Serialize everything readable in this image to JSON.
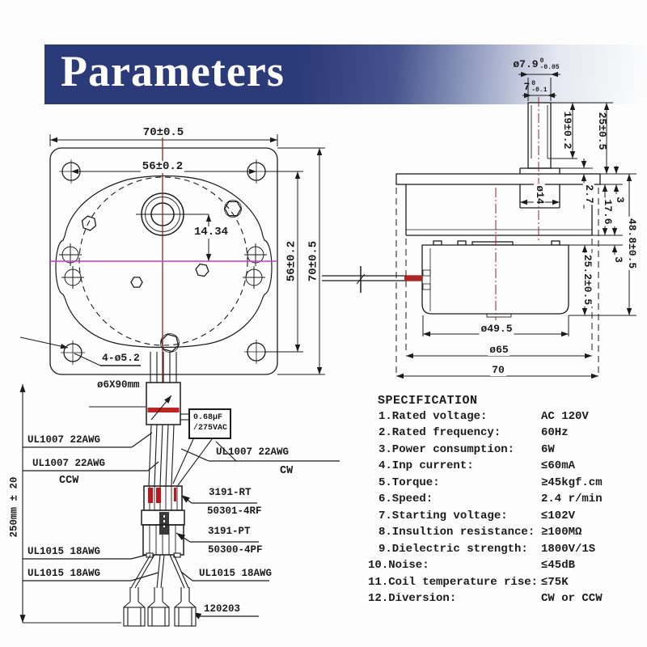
{
  "banner": {
    "title": "Parameters"
  },
  "front_view": {
    "width_top": "70±0.5",
    "bolt_span_top": "56±0.2",
    "shaft_offset": "14.34",
    "bolt_span_right": "56±0.2",
    "height_right": "70±0.5",
    "corner_holes": "4-ø5.2",
    "cable_sleeve": "ø6X90mm"
  },
  "side_view": {
    "shaft_dia": {
      "main": "ø7.9",
      "tol_top": "0",
      "tol_bot": "-0.05"
    },
    "shaft_flat": {
      "main": "7",
      "tol_top": "0",
      "tol_bot": "-0.1"
    },
    "shaft_flat_len": "19±0.2",
    "shaft_len": "25±0.5",
    "boss_lip": "2.7",
    "step_top": "3",
    "gearbox_height": "17.6",
    "step_bottom": "3",
    "motor_height": "25.2±0.5",
    "body_height": "48.8±0.5",
    "boss_dia": "ø14",
    "motor_dia": "ø49.5",
    "gearbox_dia": "ø65",
    "overall_width": "70"
  },
  "wiring": {
    "wire_left_1": "UL1007 22AWG",
    "wire_left_2": "UL1007 22AWG",
    "ccw": "CCW",
    "wire_right_1": "UL1007 22AWG",
    "cw": "CW",
    "capacitor_line1": "0.68μF",
    "capacitor_line2": "/275VAC",
    "connector1_model": "3191-RT",
    "connector1_part": "50301-4RF",
    "connector2_model": "3191-PT",
    "connector2_part": "50300-4PF",
    "wire_left_3": "UL1015 18AWG",
    "wire_left_4": "UL1015 18AWG",
    "wire_right_2": "UL1015 18AWG",
    "terminal_model": "120203",
    "cable_length": "250mm ± 20"
  },
  "specification": {
    "title": "SPECIFICATION",
    "items": [
      {
        "label": "1.Rated voltage:",
        "value": "AC 120V"
      },
      {
        "label": "2.Rated frequency:",
        "value": "60Hz"
      },
      {
        "label": "3.Power consumption:",
        "value": "6W"
      },
      {
        "label": "4.Inp current:",
        "value": "≤60mA"
      },
      {
        "label": "5.Torque:",
        "value": "≥45kgf.cm"
      },
      {
        "label": "6.Speed:",
        "value": "2.4 r/min"
      },
      {
        "label": "7.Starting voltage:",
        "value": "≤102V"
      },
      {
        "label": "8.Insultion resistance:",
        "value": "≥100MΩ"
      },
      {
        "label": "9.Dielectric strength:",
        "value": "1800V/1S"
      },
      {
        "label": "10.Noise:",
        "value": "≤45dB"
      },
      {
        "label": "11.Coil temperature rise:",
        "value": "≤75K"
      },
      {
        "label": "12.Diversion:",
        "value": "CW or CCW"
      }
    ]
  },
  "colors": {
    "banner_navy": "#2b3a78",
    "centerline_red": "#8a2626",
    "centerline_magenta": "#bb3fc4",
    "highlight_red": "#c32222"
  }
}
